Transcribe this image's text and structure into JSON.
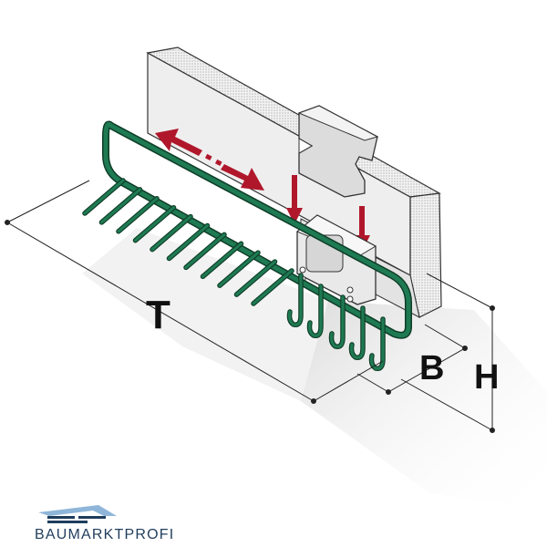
{
  "dimensions": {
    "depth_label": "T",
    "width_label": "B",
    "height_label": "H"
  },
  "logo": {
    "text": "BAUMARKTPROFI"
  },
  "colors": {
    "rail": "#1e7a52",
    "rail_dark": "#0f3d28",
    "arrow": "#b0172b",
    "wall": "#eeeeee",
    "bracket": "#e9e9e9",
    "logo_text": "#1f3d5c",
    "logo_accent": "#8fb6d9"
  },
  "icons": {
    "move_arrow": "double-headed-arrow",
    "insert_arrow": "down-arrow"
  }
}
